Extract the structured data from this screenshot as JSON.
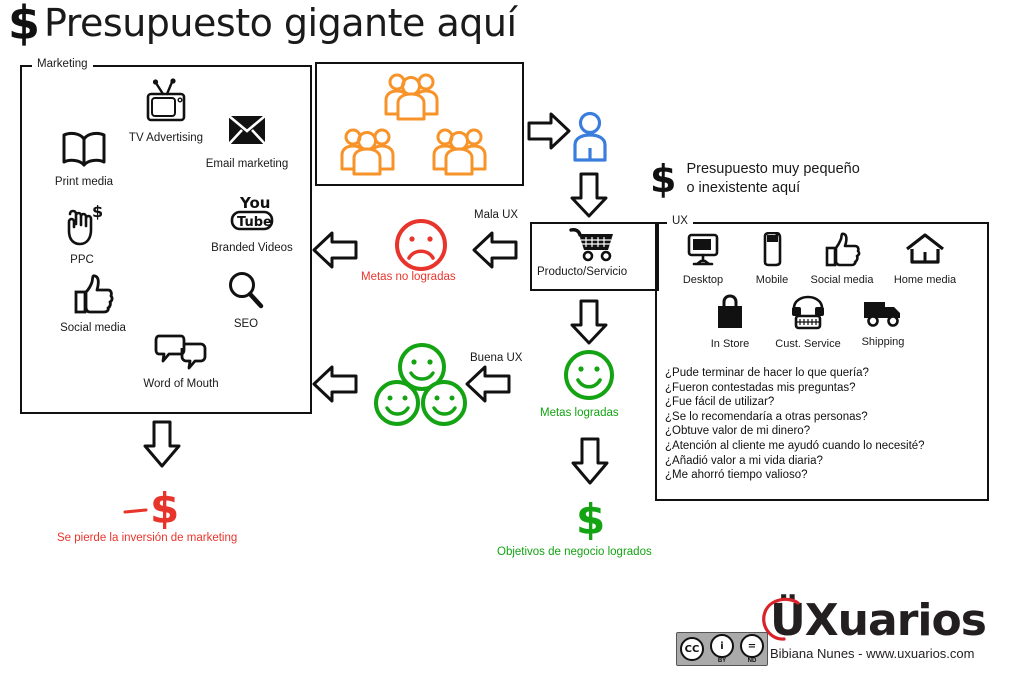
{
  "title": {
    "dollar": "$",
    "text": "Presupuesto gigante aquí"
  },
  "marketing_box": {
    "label": "Marketing",
    "items": [
      {
        "icon": "tv-icon",
        "label": "TV Advertising"
      },
      {
        "icon": "book-icon",
        "label": "Print media"
      },
      {
        "icon": "envelope-icon",
        "label": "Email marketing"
      },
      {
        "icon": "hand-click-dollar-icon",
        "label": "PPC"
      },
      {
        "icon": "youtube-icon",
        "label": "Branded Videos"
      },
      {
        "icon": "thumbs-up-icon",
        "label": "Social media"
      },
      {
        "icon": "magnifier-icon",
        "label": "SEO"
      },
      {
        "icon": "speech-bubbles-icon",
        "label": "Word of Mouth"
      }
    ]
  },
  "audience_box": {
    "groups_icon": "people-group-icon",
    "group_count": 3
  },
  "single_user": {
    "icon": "single-person-icon",
    "color": "#3b7ddd"
  },
  "product_box": {
    "icon": "shopping-cart-icon",
    "label": "Producto/Servicio"
  },
  "budget_note": {
    "dollar": "$",
    "line1": "Presupuesto muy pequeño",
    "line2": "o inexistente aquí"
  },
  "ux_box": {
    "label": "UX",
    "channels_row1": [
      {
        "icon": "desktop-icon",
        "label": "Desktop"
      },
      {
        "icon": "mobile-icon",
        "label": "Mobile"
      },
      {
        "icon": "thumbs-up-icon",
        "label": "Social media"
      },
      {
        "icon": "home-icon",
        "label": "Home media"
      }
    ],
    "channels_row2": [
      {
        "icon": "shopping-bag-icon",
        "label": "In Store"
      },
      {
        "icon": "telephone-icon",
        "label": "Cust. Service"
      },
      {
        "icon": "truck-icon",
        "label": "Shipping"
      }
    ],
    "questions": [
      "¿Pude terminar de hacer lo que quería?",
      "¿Fueron contestadas mis preguntas?",
      "¿Fue fácil de utilizar?",
      "¿Se lo recomendaría a otras personas?",
      "¿Obtuve valor de mi dinero?",
      "¿Atención al cliente me ayudó cuando lo necesité?",
      "¿Añadió valor a mi vida diaria?",
      "¿Me ahorró tiempo valioso?"
    ]
  },
  "bad_path": {
    "edge_label": "Mala UX",
    "face_icon": "sad-face-icon",
    "result_label": "Metas no logradas",
    "color": "#e8352c"
  },
  "good_path": {
    "edge_label": "Buena UX",
    "face_icon": "happy-face-icon",
    "result_label": "Metas logradas",
    "faces_icon": "three-happy-faces-icon",
    "color": "#13a313"
  },
  "loss_outcome": {
    "dollar": "$",
    "label": "Se pierde la inversión de marketing",
    "color": "#e8352c"
  },
  "gain_outcome": {
    "dollar": "$",
    "label": "Objetivos de negocio logrados",
    "color": "#13a313"
  },
  "footer": {
    "logo_prefix": "Ü",
    "logo_x": "X",
    "logo_suffix": "uarios",
    "credit": "Bibiana Nunes - www.uxuarios.com",
    "license": {
      "cc": "CC",
      "by": "BY",
      "nd": "ND"
    }
  },
  "colors": {
    "orange": "#f79328",
    "blue": "#3b7ddd",
    "red": "#e8352c",
    "green": "#13a313",
    "ink": "#111111"
  }
}
